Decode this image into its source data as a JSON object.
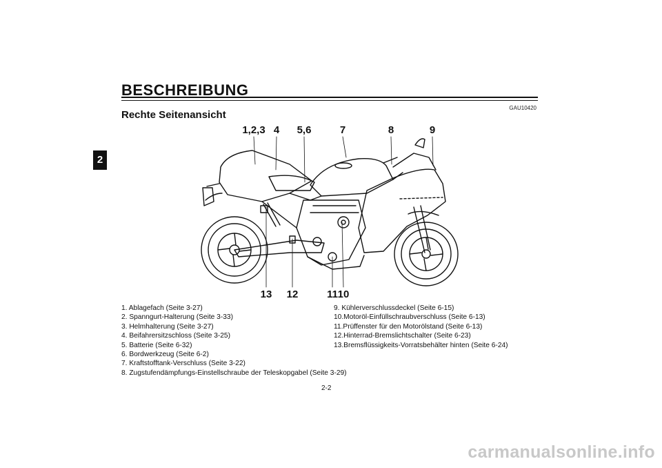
{
  "side_tab": "2",
  "header": {
    "title": "BESCHREIBUNG",
    "code": "GAU10420"
  },
  "section_title": "Rechte Seitenansicht",
  "callouts_top": [
    "1,2,3",
    "4",
    "5,6",
    "7",
    "8",
    "9"
  ],
  "callouts_bottom": [
    "13",
    "12",
    "11",
    "10"
  ],
  "legend_left": [
    "1. Ablagefach (Seite 3-27)",
    "2. Spanngurt-Halterung (Seite 3-33)",
    "3. Helmhalterung (Seite 3-27)",
    "4. Beifahrersitzschloss (Seite 3-25)",
    "5. Batterie (Seite 6-32)",
    "6. Bordwerkzeug (Seite 6-2)",
    "7. Kraftstofftank-Verschluss (Seite 3-22)",
    "8. Zugstufendämpfungs-Einstellschraube der Teleskopgabel (Seite 3-29)"
  ],
  "legend_right": [
    "9. Kühlerverschlussdeckel (Seite 6-15)",
    "10.Motoröl-Einfüllschraubverschluss (Seite 6-13)",
    "11.Prüffenster für den Motorölstand (Seite 6-13)",
    "12.Hinterrad-Bremslichtschalter (Seite 6-23)",
    "13.Bremsflüssigkeits-Vorratsbehälter hinten (Seite 6-24)"
  ],
  "page_number": "2-2",
  "watermark": "carmanualsonline.info"
}
